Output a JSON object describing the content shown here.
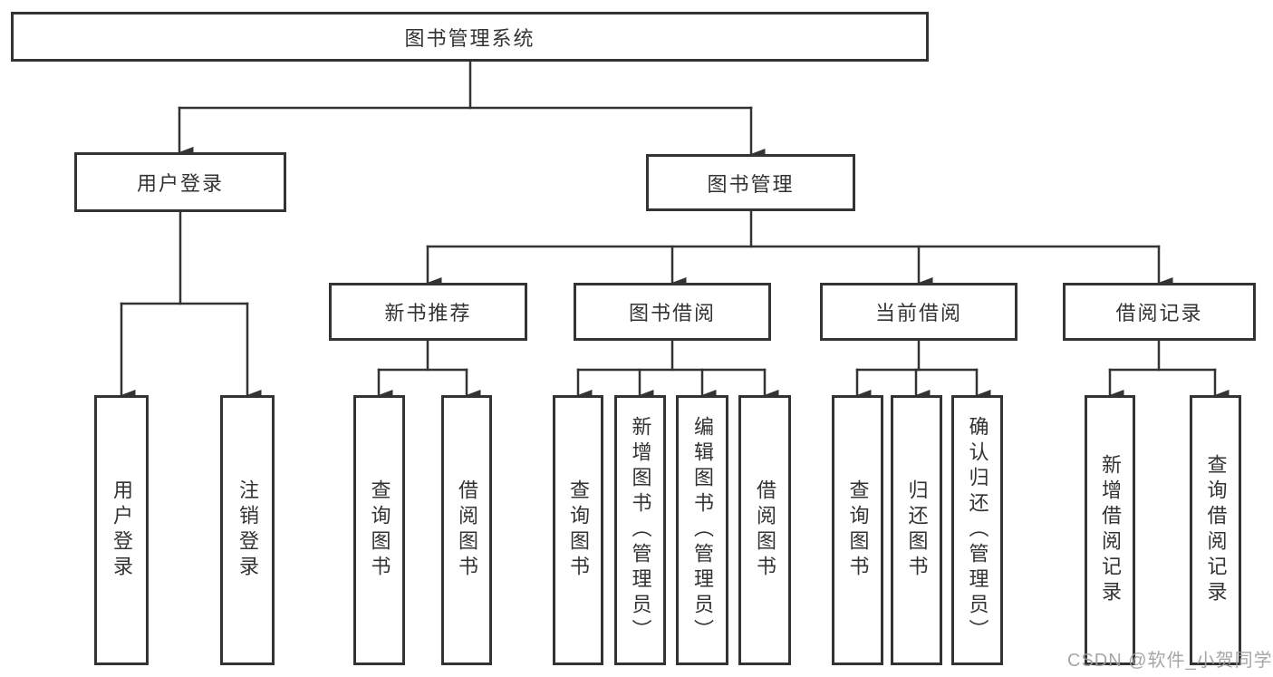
{
  "diagram_title": "图书管理系统",
  "tree": {
    "label": "图书管理系统",
    "children": [
      {
        "label": "用户登录",
        "children": [
          {
            "label": "用户登录"
          },
          {
            "label": "注销登录"
          }
        ]
      },
      {
        "label": "图书管理",
        "children": [
          {
            "label": "新书推荐",
            "children": [
              {
                "label": "查询图书"
              },
              {
                "label": "借阅图书"
              }
            ]
          },
          {
            "label": "图书借阅",
            "children": [
              {
                "label": "查询图书"
              },
              {
                "label": "新增图书（管理员）"
              },
              {
                "label": "编辑图书（管理员）"
              },
              {
                "label": "借阅图书"
              }
            ]
          },
          {
            "label": "当前借阅",
            "children": [
              {
                "label": "查询图书"
              },
              {
                "label": "归还图书"
              },
              {
                "label": "确认归还（管理员）"
              }
            ]
          },
          {
            "label": "借阅记录",
            "children": [
              {
                "label": "新增借阅记录"
              },
              {
                "label": "查询借阅记录"
              }
            ]
          }
        ]
      }
    ]
  },
  "watermark": {
    "text": "CSDN @软件_小贺同学"
  },
  "colors": {
    "line": "#333333",
    "box_border": "#333333",
    "text": "#333333",
    "background": "#ffffff",
    "watermark": "#9e9e9e"
  }
}
